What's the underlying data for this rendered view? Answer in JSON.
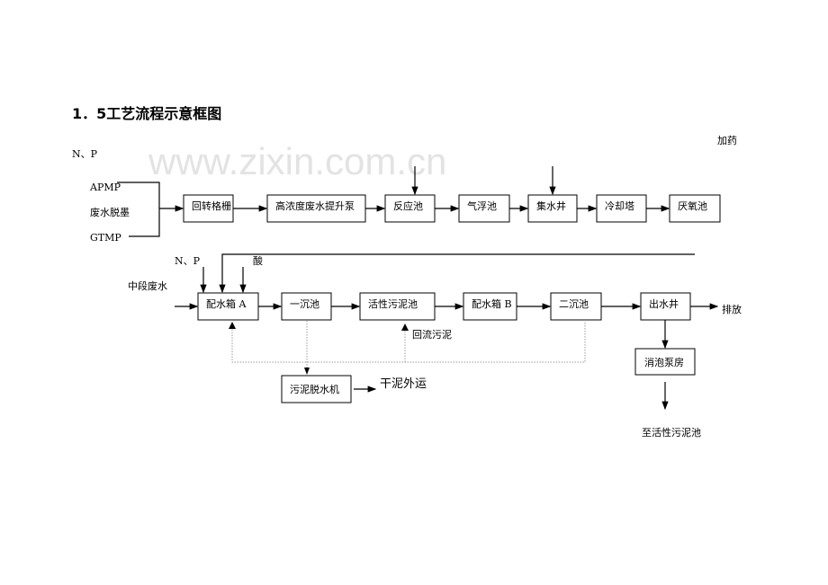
{
  "title": "1．5工艺流程示意框图",
  "watermark": "www.zixin.com.cn",
  "labels": {
    "dosing": "加药",
    "np_top": "N、P",
    "apmp": "APMP",
    "deink": "废水脱墨",
    "gtmp": "GTMP",
    "np_mid": "N、P",
    "acid": "酸",
    "mid_water": "中段废水",
    "discharge": "排放",
    "return_sludge": "回流污泥",
    "dry_sludge": "干泥外运",
    "to_activated": "至活性污泥池"
  },
  "row1": [
    "回转格栅",
    "高浓度废水提升泵",
    "反应池",
    "气浮池",
    "集水井",
    "冷却塔",
    "厌氧池"
  ],
  "row2": [
    "配水箱 A",
    "一沉池",
    "活性污泥池",
    "配水箱 B",
    "二沉池",
    "出水井"
  ],
  "defoam": "消泡泵房",
  "dewater": "污泥脱水机"
}
